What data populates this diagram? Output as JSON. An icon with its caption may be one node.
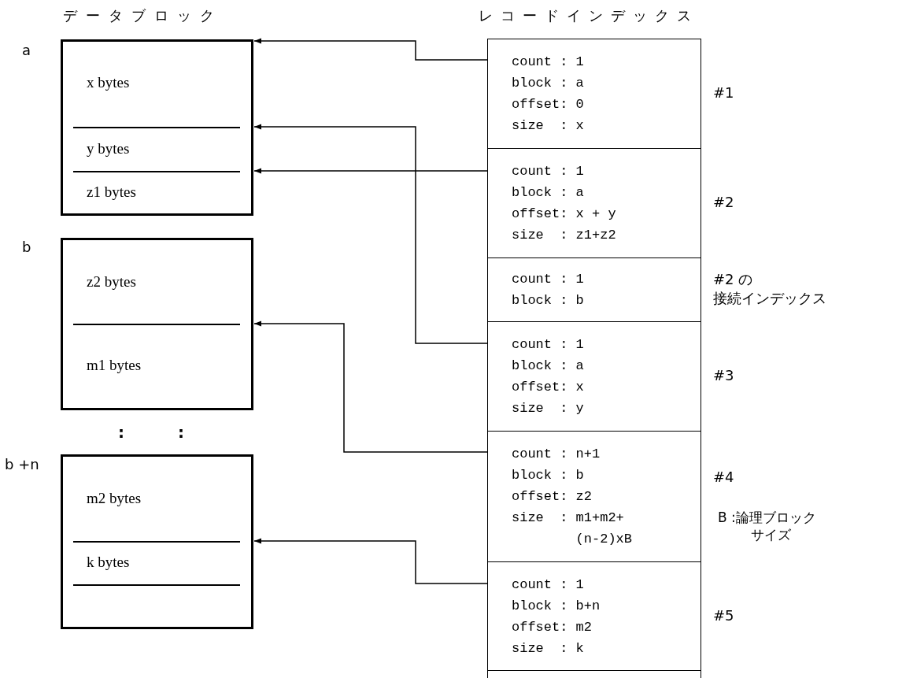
{
  "diagram": {
    "nodes": [
      {
        "text": [],
        "shape": "box",
        "beside": [
          "a"
        ]
      },
      {
        "text": [
          "x bytes"
        ],
        "in": 0
      },
      {
        "text": [
          "y bytes"
        ],
        "in": 0
      },
      {
        "text": [
          "z1 bytes"
        ],
        "in": 0
      },
      {
        "text": [],
        "shape": "box",
        "beside": [
          "b"
        ]
      },
      {
        "text": [
          "z2 bytes"
        ],
        "in": 4
      },
      {
        "text": [
          "m1 bytes"
        ],
        "in": 4
      },
      {
        "text": [],
        "shape": "box",
        "beside": [
          "b +n"
        ]
      },
      {
        "text": [
          "m2 bytes"
        ],
        "in": 7
      },
      {
        "text": [
          "k bytes"
        ],
        "in": 7
      },
      {
        "text": [
          "count : 1",
          "block : a",
          "offset: 0",
          "size  : x"
        ],
        "beside": [
          "#1"
        ]
      },
      {
        "text": [
          "count : 1",
          "block : a",
          "offset: x + y",
          "size  : z1+z2"
        ],
        "beside": [
          "#2"
        ]
      },
      {
        "text": [
          "count : 1",
          "block : b"
        ],
        "beside": [
          "#2 の",
          "接続インデックス"
        ]
      },
      {
        "text": [
          "count : 1",
          "block : a",
          "offset: x",
          "size  : y"
        ],
        "beside": [
          "#3"
        ]
      },
      {
        "text": [
          "count : n+1",
          "block : b",
          "offset: z2",
          "size  : m1+m2+ (n-2)xB"
        ],
        "beside": [
          "#4"
        ]
      },
      {
        "text": [
          "count : 1",
          "block : b+n",
          "offset: m2",
          "size  : k"
        ],
        "beside": [
          "#5"
        ]
      },
      {
        "text": [],
        "shape": "box"
      }
    ],
    "edges": [
      {
        "from": 10,
        "to": 0,
        "arrow": "to"
      },
      {
        "from": 11,
        "to": 0,
        "arrow": "to"
      },
      {
        "from": 13,
        "to": 0,
        "arrow": "to"
      },
      {
        "from": 14,
        "to": 4,
        "arrow": "to"
      },
      {
        "from": 15,
        "to": 7,
        "arrow": "to"
      }
    ],
    "labels": [
      "データブロック",
      "レコードインデックス",
      ":",
      ":",
      "B :論理ブロックサイズ"
    ]
  }
}
